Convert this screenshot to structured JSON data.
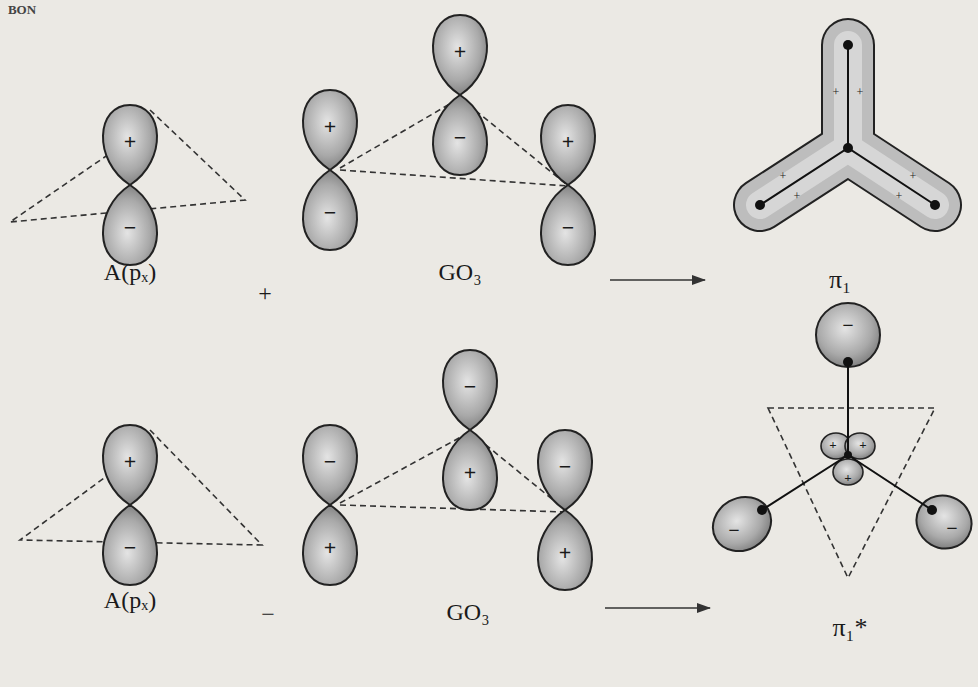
{
  "diagram": {
    "labels": [
      "BON",
      "+",
      "−",
      "+",
      "−",
      "+",
      "−",
      "+",
      "−",
      "+",
      "+",
      "+",
      "+",
      "+",
      "+",
      "A(pₓ)",
      "+",
      "GO₃",
      "π₁",
      "+",
      "−",
      "−",
      "+",
      "−",
      "+",
      "−",
      "+",
      "−",
      "+",
      "+",
      "+",
      "−",
      "−",
      "A(pₓ)",
      "−",
      "GO₃",
      "π₁*"
    ]
  }
}
